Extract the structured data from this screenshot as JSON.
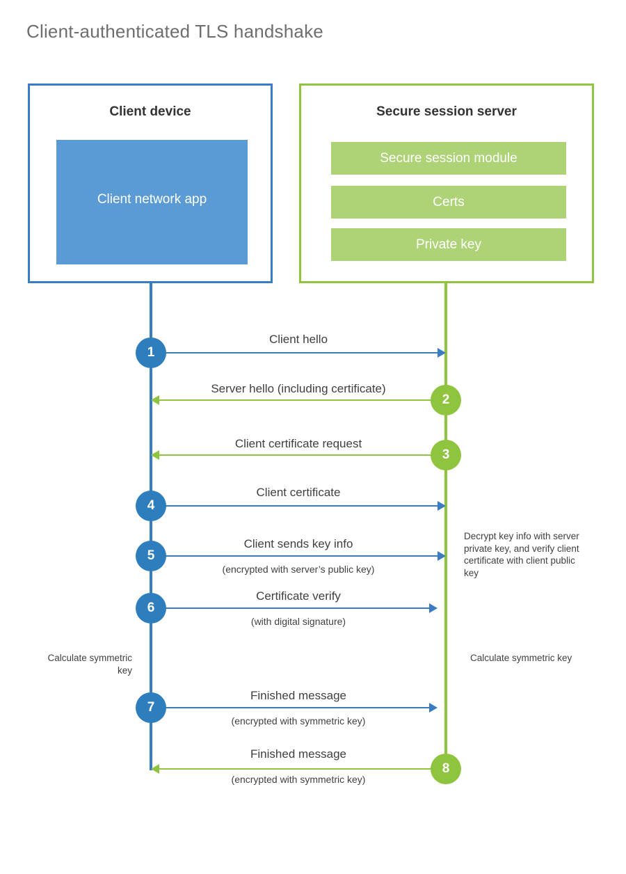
{
  "title": "Client-authenticated TLS handshake",
  "colors": {
    "client_blue_border": "#3a7cc0",
    "client_app_fill": "#5b9bd5",
    "server_green_border": "#8fc43f",
    "server_row_fill": "#aed377",
    "circle_blue": "#2e7ebd",
    "circle_green": "#8fc43f",
    "title_gray": "#6e6e6e",
    "text_dark": "#3f3f3f"
  },
  "client": {
    "title": "Client device",
    "app_label": "Client network app"
  },
  "server": {
    "title": "Secure session server",
    "components": [
      "Secure session module",
      "Certs",
      "Private key"
    ]
  },
  "messages": [
    {
      "number": "1",
      "label": "Client hello",
      "sublabel": "",
      "direction": "client-to-server",
      "color": "blue"
    },
    {
      "number": "2",
      "label": "Server hello (including certificate)",
      "sublabel": "",
      "direction": "server-to-client",
      "color": "green"
    },
    {
      "number": "3",
      "label": "Client certificate request",
      "sublabel": "",
      "direction": "server-to-client",
      "color": "green"
    },
    {
      "number": "4",
      "label": "Client certificate",
      "sublabel": "",
      "direction": "client-to-server",
      "color": "blue"
    },
    {
      "number": "5",
      "label": "Client sends key info",
      "sublabel": "(encrypted with server’s public key)",
      "direction": "client-to-server",
      "color": "blue"
    },
    {
      "number": "6",
      "label": "Certificate verify",
      "sublabel": "(with digital signature)",
      "direction": "client-to-server",
      "color": "blue"
    },
    {
      "number": "7",
      "label": "Finished message",
      "sublabel": "(encrypted with symmetric key)",
      "direction": "client-to-server",
      "color": "blue"
    },
    {
      "number": "8",
      "label": "Finished message",
      "sublabel": "(encrypted with symmetric key)",
      "direction": "server-to-client",
      "color": "green"
    }
  ],
  "notes": {
    "server_decrypt": "Decrypt key info with server private key, and verify client certificate with client public key",
    "client_symmetric_key": "Calculate symmetric key",
    "server_symmetric_key": "Calculate symmetric key"
  }
}
